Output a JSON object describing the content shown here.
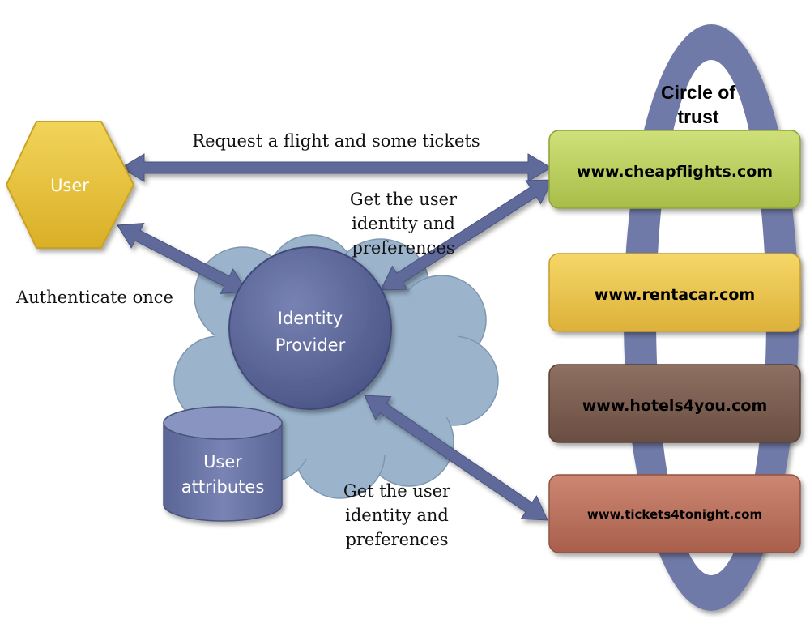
{
  "circle_of_trust": {
    "line1": "Circle of",
    "line2": "trust"
  },
  "user": {
    "label": "User"
  },
  "identity_provider": {
    "line1": "Identity",
    "line2": "Provider"
  },
  "user_attributes": {
    "line1": "User",
    "line2": "attributes"
  },
  "edges": {
    "request": "Request a flight and some tickets",
    "authenticate": "Authenticate once",
    "get_identity_top": {
      "line1": "Get the user",
      "line2": "identity and",
      "line3": "preferences"
    },
    "get_identity_bottom": {
      "line1": "Get the user",
      "line2": "identity and",
      "line3": "preferences"
    }
  },
  "sites": [
    {
      "label": "www.cheapflights.com",
      "color": "#b7cc5a"
    },
    {
      "label": "www.rentacar.com",
      "color": "#e8c24c"
    },
    {
      "label": "www.hotels4you.com",
      "color": "#7a5c4e"
    },
    {
      "label": "www.tickets4tonight.com",
      "color": "#b8705c"
    }
  ],
  "colors": {
    "ring": "#6f7aa8",
    "arrow": "#5f6a9a",
    "cloud": "#9bb4cc",
    "identity_provider": "#5a6597",
    "user_hexagon": "#e6c23a",
    "cylinder": "#6570a0"
  }
}
